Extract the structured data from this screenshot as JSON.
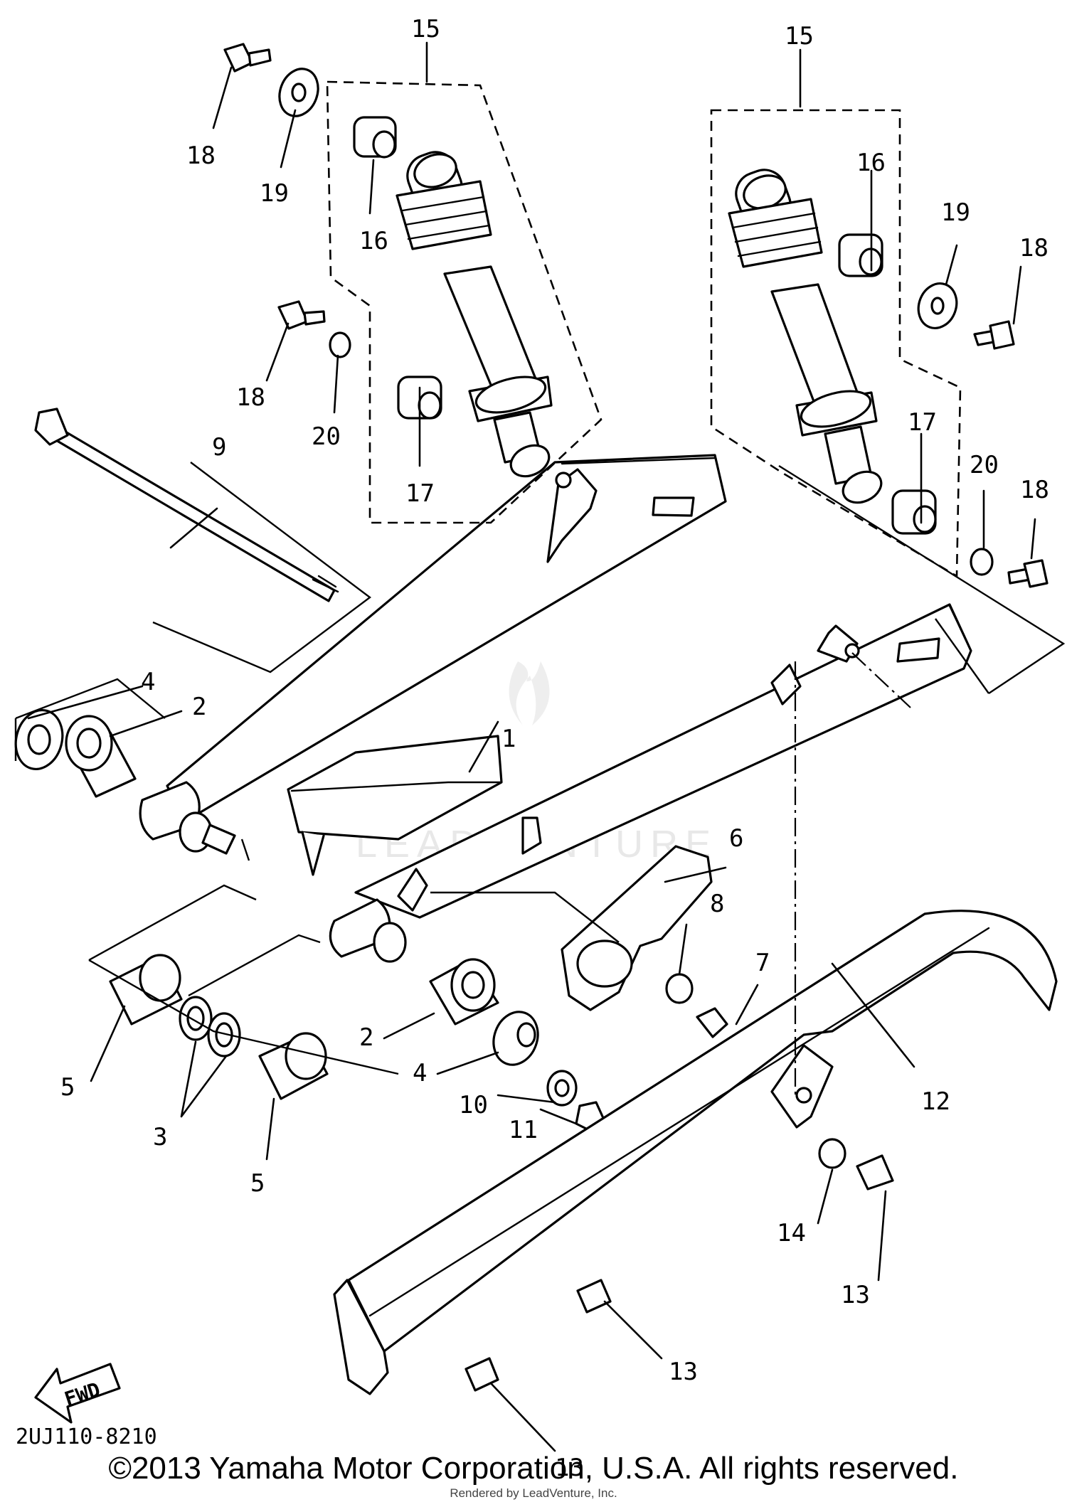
{
  "diagram": {
    "callouts": [
      "1",
      "2",
      "3",
      "4",
      "5",
      "6",
      "7",
      "8",
      "9",
      "10",
      "11",
      "12",
      "13",
      "14",
      "15",
      "16",
      "17",
      "18",
      "19",
      "20"
    ],
    "fwd_label": "FWD",
    "ref_code": "2UJ110-8210",
    "watermark": "LEADVENTURE"
  },
  "footer": {
    "copyright": "©2013 Yamaha Motor Corporation, U.S.A. All rights reserved.",
    "rendered_by": "Rendered by LeadVenture, Inc."
  }
}
